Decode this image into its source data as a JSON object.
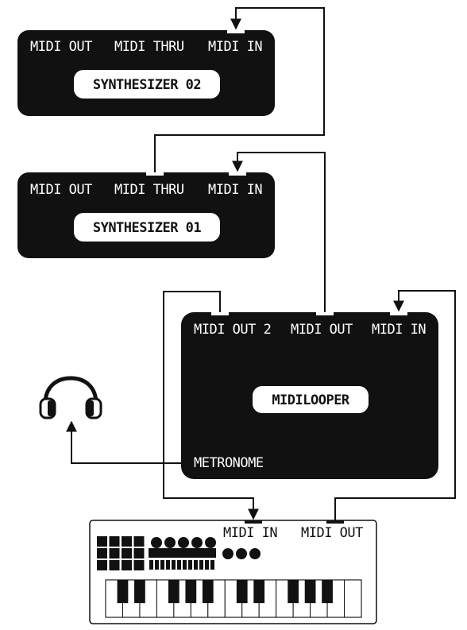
{
  "devices": {
    "synth2": {
      "name": "SYNTHESIZER 02",
      "ports": {
        "midi_out": "MIDI OUT",
        "midi_thru": "MIDI THRU",
        "midi_in": "MIDI IN"
      }
    },
    "synth1": {
      "name": "SYNTHESIZER 01",
      "ports": {
        "midi_out": "MIDI OUT",
        "midi_thru": "MIDI THRU",
        "midi_in": "MIDI IN"
      }
    },
    "looper": {
      "name": "MIDILOOPER",
      "ports": {
        "midi_out_2": "MIDI OUT 2",
        "midi_out": "MIDI OUT",
        "midi_in": "MIDI IN",
        "metronome": "METRONOME"
      }
    },
    "keyboard": {
      "ports": {
        "midi_in": "MIDI IN",
        "midi_out": "MIDI OUT"
      }
    }
  },
  "connections": [
    {
      "from": "looper.midi_out",
      "to": "synth1.midi_in"
    },
    {
      "from": "synth1.midi_thru",
      "to": "synth2.midi_in"
    },
    {
      "from": "looper.midi_out_2",
      "to": "keyboard.midi_in"
    },
    {
      "from": "keyboard.midi_out",
      "to": "looper.midi_in"
    },
    {
      "from": "looper.metronome",
      "to": "headphones"
    }
  ],
  "colors": {
    "device_fill": "#111111",
    "label_pill": "#ffffff",
    "wire": "#111111"
  },
  "icons": {
    "headphones": "headphones-icon",
    "keyboard": "midi-keyboard-controller"
  }
}
